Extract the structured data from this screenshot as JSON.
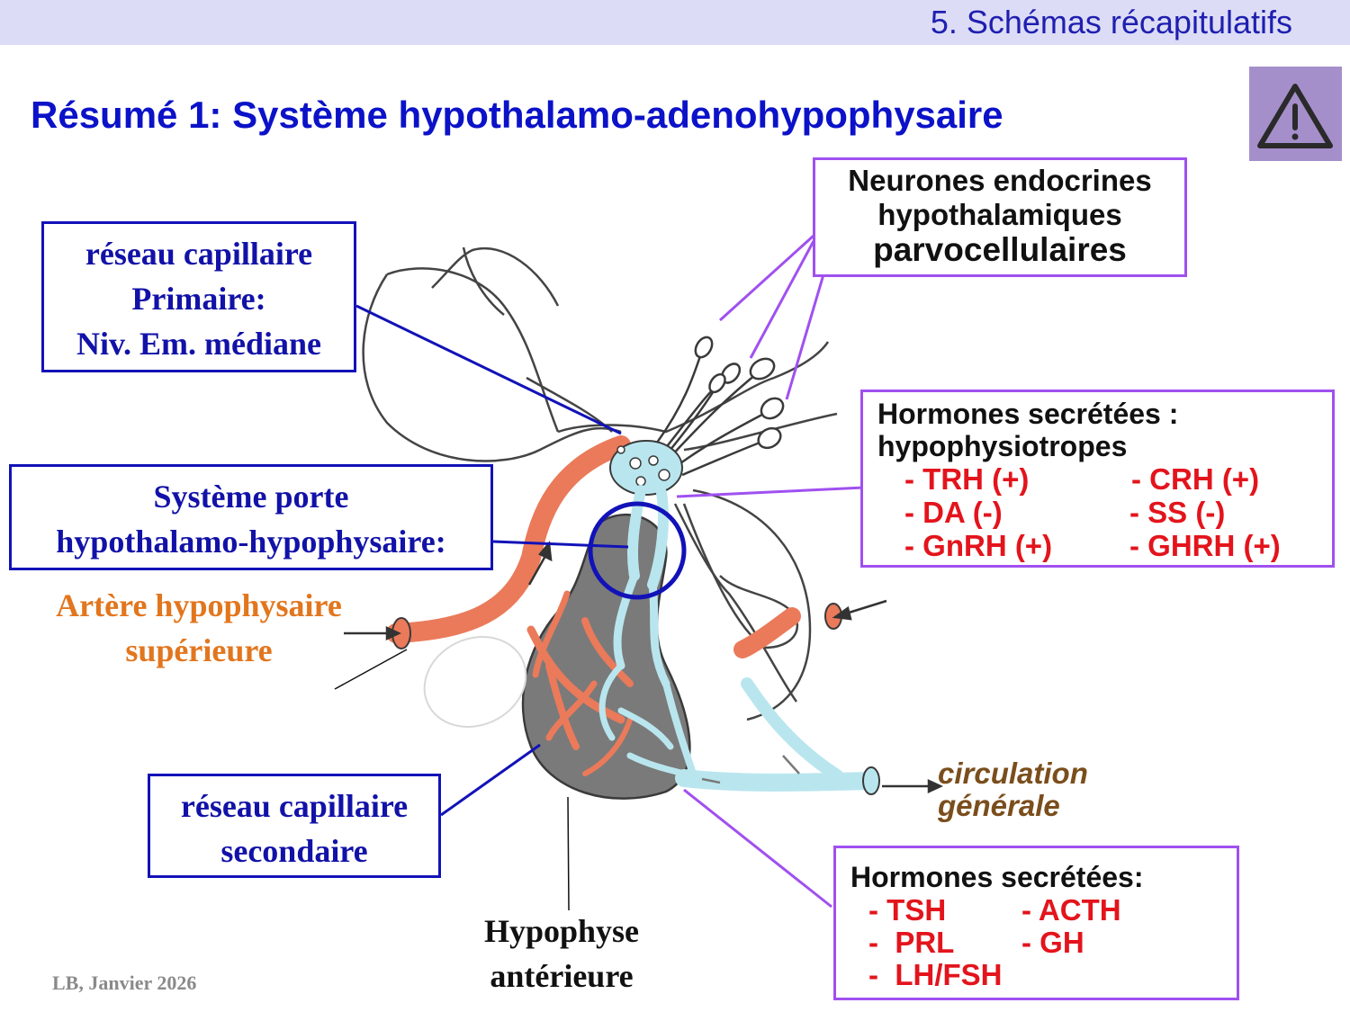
{
  "header": {
    "section_title": "5. Schémas récapitulatifs"
  },
  "title": "Résumé 1: Système hypothalamo-adenohypophysaire",
  "warning_icon": "warning-triangle-icon",
  "colors": {
    "blue": "#0b12c8",
    "purple": "#a050f0",
    "red": "#e3141c",
    "orange": "#e2761e",
    "artery": "#ea7a5a",
    "vein": "#b9e6ee",
    "gland": "#7c7c7c"
  },
  "labels": {
    "primary": {
      "line1": "réseau capillaire",
      "line2": "Primaire:",
      "line3": "Niv. Em. médiane"
    },
    "portal": {
      "line1": "Système porte",
      "line2": "hypothalamo-hypophysaire:"
    },
    "artery": {
      "line1": "Artère hypophysaire",
      "line2": "supérieure"
    },
    "secondary": {
      "line1": "réseau capillaire",
      "line2": "secondaire"
    },
    "pituitary": {
      "line1": "Hypophyse",
      "line2": "antérieure"
    },
    "neurons": {
      "line1": "Neurones endocrines",
      "line2": "hypothalamiques",
      "line3": "parvocellulaires"
    },
    "circulation": {
      "line1": "circulation",
      "line2": "générale"
    }
  },
  "hypothalamic_hormones": {
    "heading1": "Hormones secrétées :",
    "heading2": "hypophysiotropes",
    "rows": [
      {
        "left": "- TRH (+)",
        "right": "- CRH (+)"
      },
      {
        "left": "- DA (-)",
        "right": "- SS (-)"
      },
      {
        "left": "- GnRH (+)",
        "right": "- GHRH (+)"
      }
    ]
  },
  "pituitary_hormones": {
    "heading": "Hormones secrétées:",
    "rows": [
      {
        "left": "- TSH",
        "right": "- ACTH"
      },
      {
        "left": "-  PRL",
        "right": "- GH"
      },
      {
        "left": "-  LH/FSH",
        "right": ""
      }
    ]
  },
  "footer": {
    "credit": "LB, Janvier 2026"
  }
}
